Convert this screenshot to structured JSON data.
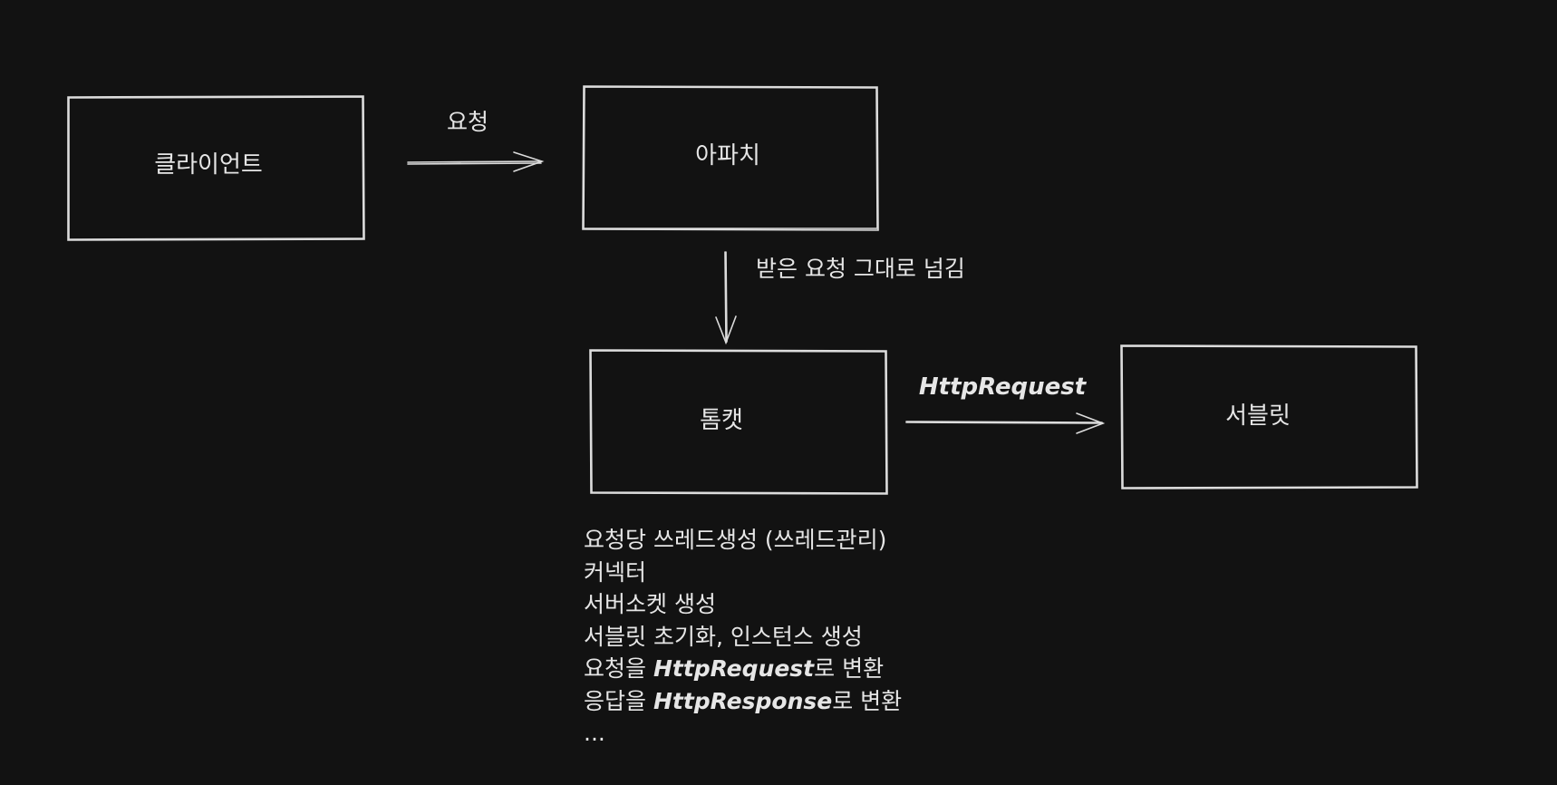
{
  "nodes": {
    "client": "클라이언트",
    "apache": "아파치",
    "tomcat": "톰캣",
    "servlet": "서블릿"
  },
  "edges": {
    "client_to_apache": "요청",
    "apache_to_tomcat": "받은 요청 그대로 넘김",
    "tomcat_to_servlet": "HttpRequest"
  },
  "notes": {
    "line1": "요청당 쓰레드생성 (쓰레드관리)",
    "line2": "커넥터",
    "line3": "서버소켓 생성",
    "line4": "서블릿 초기화, 인스턴스 생성",
    "line5_prefix": "요청을 ",
    "line5_code": "HttpRequest",
    "line5_suffix": "로 변환",
    "line6_prefix": "응답을 ",
    "line6_code": "HttpResponse",
    "line6_suffix": "로 변환",
    "line7": "..."
  }
}
